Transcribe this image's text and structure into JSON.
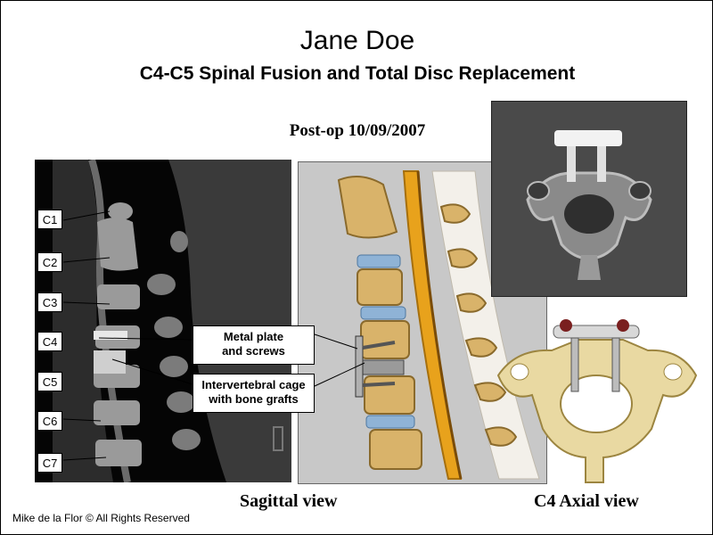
{
  "header": {
    "title": "Jane Doe",
    "subtitle": "C4-C5 Spinal Fusion and Total Disc Replacement",
    "postop": "Post-op 10/09/2007"
  },
  "vertebra_labels": [
    "C1",
    "C2",
    "C3",
    "C4",
    "C5",
    "C6",
    "C7"
  ],
  "callouts": {
    "plate_line1": "Metal plate",
    "plate_line2": "and screws",
    "cage_line1": "Intervertebral cage",
    "cage_line2": "with bone grafts"
  },
  "view_labels": {
    "sagittal": "Sagittal view",
    "axial": "C4 Axial view"
  },
  "copyright": "Mike de la Flor © All Rights Reserved",
  "colors": {
    "disc_blue": "#8fb3d6",
    "bone_tan": "#d9b36a",
    "cord_orange": "#e8a21c",
    "ct_gray": "#9a9a9a",
    "metal": "#d8d8d8"
  }
}
